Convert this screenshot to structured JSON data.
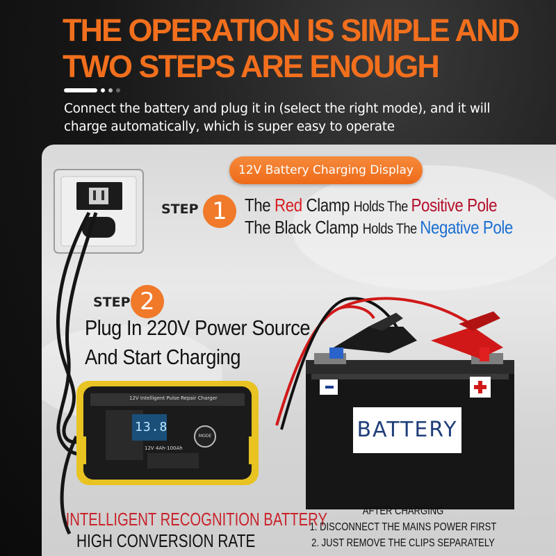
{
  "header": {
    "headline": "THE OPERATION IS SIMPLE AND TWO STEPS ARE ENOUGH",
    "intro": "Connect the battery and plug it in (select the right mode), and it will charge automatically, which is super easy to operate"
  },
  "display_label": "12V Battery Charging Display",
  "step1": {
    "label": "STEP",
    "number": "1",
    "line1": {
      "a": "The ",
      "b": "Red",
      "c": " Clamp ",
      "d": "Holds The ",
      "e": "Positive Pole"
    },
    "line2": {
      "a": "The Black Clamp ",
      "b": "Holds The ",
      "c": "Negative Pole"
    }
  },
  "step2": {
    "label": "STEP",
    "number": "2",
    "line1": "Plug In 220V Power Source",
    "line2": "And Start Charging"
  },
  "battery": {
    "label": "BATTERY",
    "minus": "−",
    "plus": "+"
  },
  "charger": {
    "title": "12V Intelligent Pulse Repair Charger",
    "lcd": "13.8",
    "spec": "12V  4Ah-100Ah",
    "mode": "MODE"
  },
  "footer": {
    "left_line1": "INTELLIGENT RECOGNITION BATTERY",
    "left_line2": "HIGH CONVERSION RATE",
    "after_title": "AFTER CHARGING",
    "after_step1": "1. DISCONNECT THE MAINS POWER FIRST",
    "after_step2": "2. JUST REMOVE THE CLIPS SEPARATELY"
  },
  "colors": {
    "accent_orange": "#f26f1d",
    "red_text": "#d71e24",
    "positive_pole": "#b5102b",
    "negative_pole": "#1c6fd1",
    "battery_label": "#1f3e79",
    "charger_yellow": "#e8c322"
  }
}
